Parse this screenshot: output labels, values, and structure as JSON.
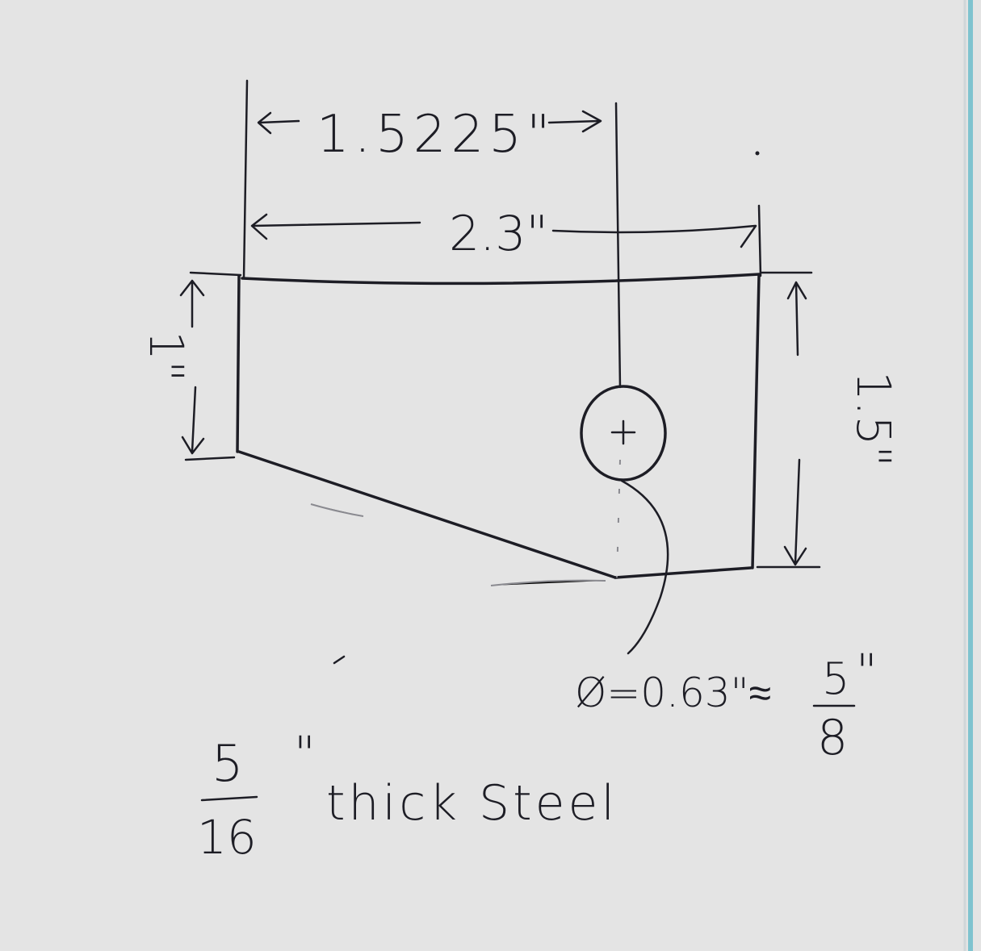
{
  "drawing": {
    "top_dimension": "1.5225\"",
    "width_dimension": "2.3\"",
    "left_height_dimension": "1\"",
    "right_height_dimension": "1.5\"",
    "hole_diameter": "Ø=0.63\"≈",
    "hole_fraction_numerator": "5",
    "hole_fraction_denominator": "8",
    "hole_fraction_unit": "\"",
    "thickness_numerator": "5",
    "thickness_denominator": "16",
    "thickness_unit": "\"",
    "thickness_label": "thick Steel"
  },
  "colors": {
    "paper": "#e4e4e4",
    "ink": "#1d1d25",
    "edge_accent": "#7fc3cf"
  }
}
